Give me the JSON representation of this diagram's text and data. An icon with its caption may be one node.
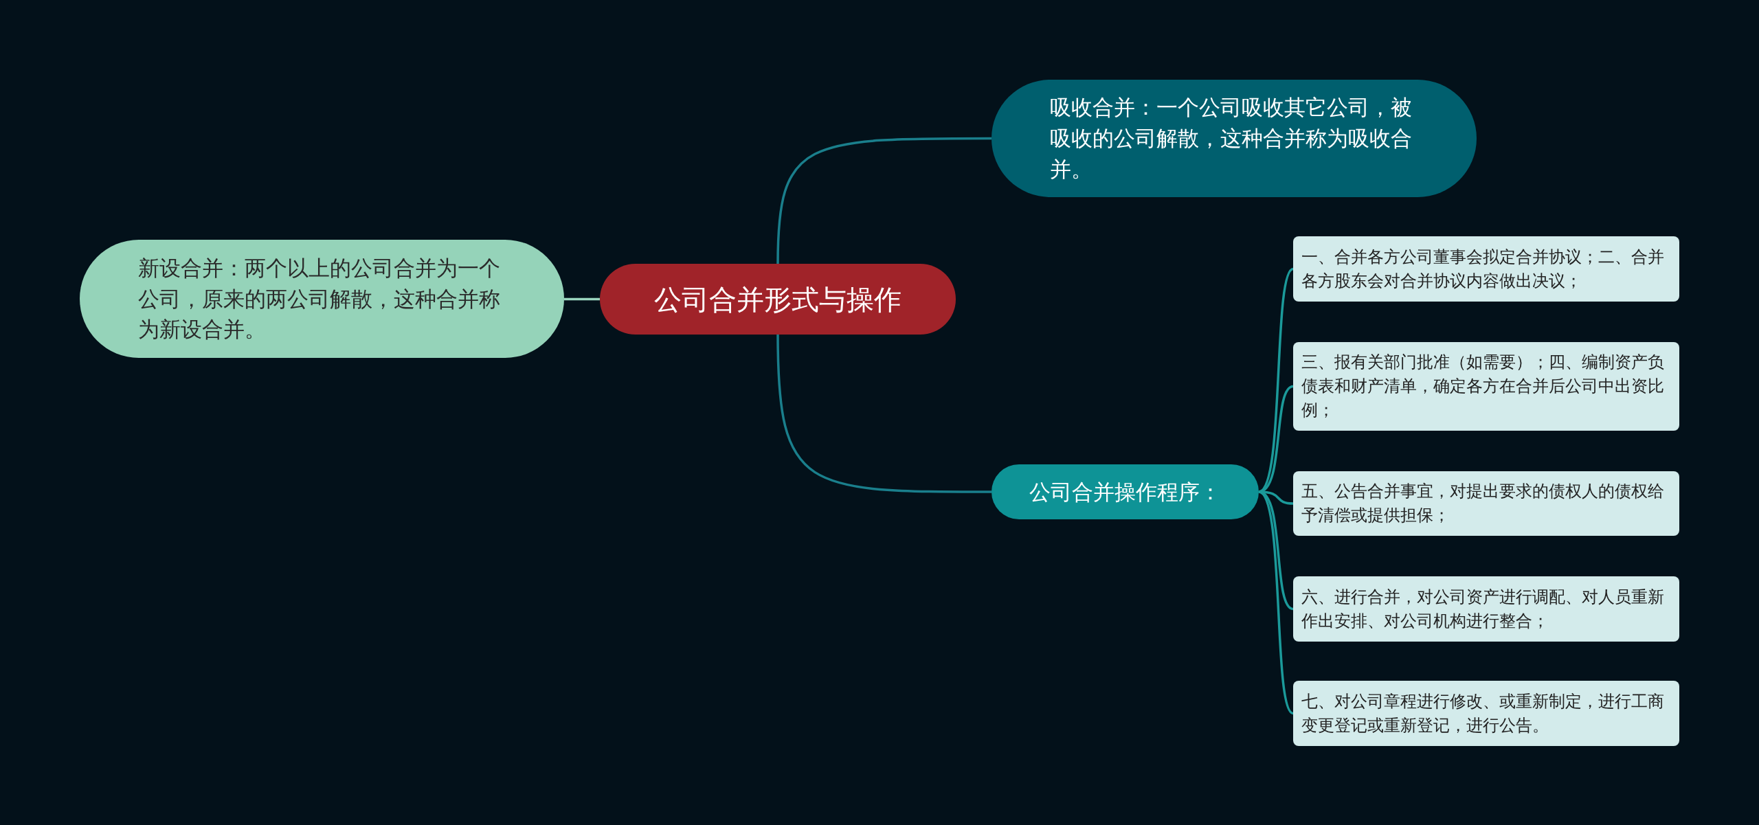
{
  "diagram": {
    "nodes": [
      {
        "text": [
          "公司合并形式与操作"
        ]
      },
      {
        "text": [
          "吸收合并：一个公司吸收其它公司，被吸收的公司解散，这种合并称为吸收合并。"
        ]
      },
      {
        "text": [
          "新设合并：两个以上的公司合并为一个公司，原来的两公司解散，这种合并称为新设合并。"
        ]
      },
      {
        "text": [
          "公司合并操作程序："
        ]
      },
      {
        "text": [
          "一、合并各方公司董事会拟定合并协议；二、合并各方股东会对合并协议内容做出决议；"
        ]
      },
      {
        "text": [
          "三、报有关部门批准（如需要）；四、编制资产负债表和财产清单，确定各方在合并后公司中出资比例；"
        ]
      },
      {
        "text": [
          "五、公告合并事宜，对提出要求的债权人的债权给予清偿或提供担保；"
        ]
      },
      {
        "text": [
          "六、进行合并，对公司资产进行调配、对人员重新作出安排、对公司机构进行整合；"
        ]
      },
      {
        "text": [
          "七、对公司章程进行修改、或重新制定，进行工商变更登记或重新登记，进行公告。"
        ]
      }
    ],
    "edges": [
      {
        "from": 0,
        "to": 1,
        "arrow": "none"
      },
      {
        "from": 0,
        "to": 2,
        "arrow": "none",
        "color": "#9ad6bf"
      },
      {
        "from": 0,
        "to": 3,
        "arrow": "none"
      },
      {
        "from": 3,
        "to": 4,
        "arrow": "none"
      },
      {
        "from": 3,
        "to": 5,
        "arrow": "none"
      },
      {
        "from": 3,
        "to": 6,
        "arrow": "none"
      },
      {
        "from": 3,
        "to": 7,
        "arrow": "none"
      },
      {
        "from": 3,
        "to": 8,
        "arrow": "none"
      }
    ]
  }
}
